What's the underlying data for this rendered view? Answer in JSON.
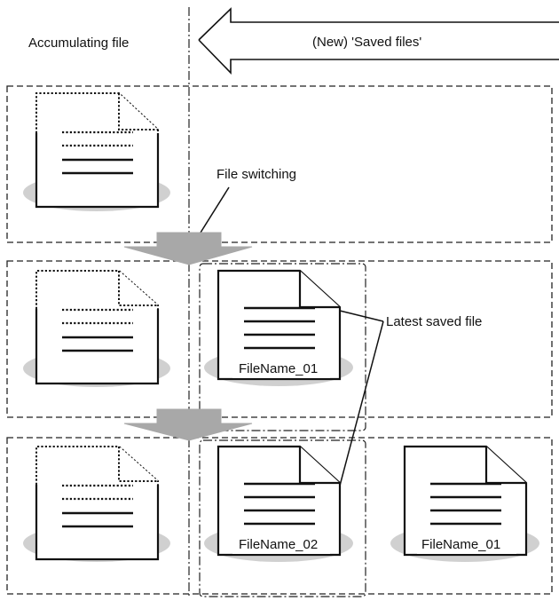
{
  "labels": {
    "accumulating_file": "Accumulating file",
    "new_saved_files": "(New) 'Saved files'",
    "file_switching": "File switching",
    "latest_saved_file": "Latest saved file"
  },
  "files": {
    "row2_saved": "FileName_01",
    "row3_latest": "FileName_02",
    "row3_older": "FileName_01"
  },
  "colors": {
    "shadow": "#d0d0d0",
    "switch_arrow": "#a8a8a8",
    "ink": "#111111"
  }
}
